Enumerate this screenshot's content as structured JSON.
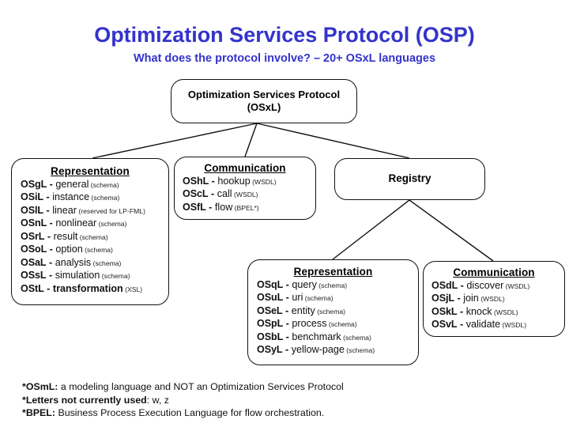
{
  "slide": {
    "title": "Optimization Services Protocol (OSP)",
    "subtitle": "What does the protocol involve? – 20+ OSxL languages",
    "title_color": "#3333cc"
  },
  "diagram": {
    "root": {
      "line1": "Optimization Services Protocol",
      "line2": "(OSxL)"
    },
    "registry": {
      "label": "Registry"
    },
    "representation_top": {
      "heading": "Representation",
      "items": [
        {
          "code": "OSgL",
          "dash": "-",
          "name": "general",
          "note": "(schema)",
          "bold_name": false
        },
        {
          "code": "OSiL",
          "dash": "-",
          "name": "instance",
          "note": "(schema)",
          "bold_name": false
        },
        {
          "code": "OSlL",
          "dash": "-",
          "name": "linear",
          "note": "(reserved for LP-FML)",
          "bold_name": false
        },
        {
          "code": "OSnL",
          "dash": "-",
          "name": "nonlinear",
          "note": "(schema)",
          "bold_name": false
        },
        {
          "code": "OSrL",
          "dash": "-",
          "name": "result",
          "note": "(schema)",
          "bold_name": false
        },
        {
          "code": "OSoL",
          "dash": "-",
          "name": "option",
          "note": "(schema)",
          "bold_name": false
        },
        {
          "code": "OSaL",
          "dash": "-",
          "name": "analysis",
          "note": "(schema)",
          "bold_name": false
        },
        {
          "code": "OSsL",
          "dash": "-",
          "name": "simulation",
          "note": "(schema)",
          "bold_name": false
        },
        {
          "code": "OStL",
          "dash": "-",
          "name": "transformation",
          "note": "(XSL)",
          "bold_name": true
        }
      ]
    },
    "communication_top": {
      "heading": "Communication",
      "items": [
        {
          "code": "OShL",
          "dash": "-",
          "name": "hookup",
          "note": "(WSDL)",
          "bold_name": false
        },
        {
          "code": "OScL",
          "dash": "-",
          "name": "call",
          "note": "(WSDL)",
          "bold_name": false
        },
        {
          "code": "OSfL",
          "dash": "-",
          "name": "flow",
          "note": "(BPEL*)",
          "bold_name": false
        }
      ]
    },
    "representation_bottom": {
      "heading": "Representation",
      "items": [
        {
          "code": "OSqL",
          "dash": "-",
          "name": "query",
          "note": "(schema)",
          "bold_name": false
        },
        {
          "code": "OSuL",
          "dash": "-",
          "name": "uri",
          "note": "(schema)",
          "bold_name": false
        },
        {
          "code": "OSeL",
          "dash": "-",
          "name": "entity",
          "note": "(schema)",
          "bold_name": false
        },
        {
          "code": "OSpL",
          "dash": "-",
          "name": "process",
          "note": "(schema)",
          "bold_name": false
        },
        {
          "code": "OSbL",
          "dash": "-",
          "name": "benchmark",
          "note": "(schema)",
          "bold_name": false
        },
        {
          "code": "OSyL",
          "dash": "-",
          "name": "yellow-page",
          "note": "(schema)",
          "bold_name": false
        }
      ]
    },
    "communication_bottom": {
      "heading": "Communication",
      "items": [
        {
          "code": "OSdL",
          "dash": "-",
          "name": "discover",
          "note": "(WSDL)",
          "bold_name": false
        },
        {
          "code": "OSjL",
          "dash": "-",
          "name": "join",
          "note": "(WSDL)",
          "bold_name": false
        },
        {
          "code": "OSkL",
          "dash": "-",
          "name": "knock",
          "note": "(WSDL)",
          "bold_name": false
        },
        {
          "code": "OSvL",
          "dash": "-",
          "name": "validate",
          "note": "(WSDL)",
          "bold_name": false
        }
      ]
    }
  },
  "footnotes": [
    {
      "bold": "*OSmL:",
      "rest": " a modeling language and NOT an Optimization Services Protocol"
    },
    {
      "bold": "*Letters not currently used",
      "rest": ": w, z"
    },
    {
      "bold": "*BPEL:",
      "rest": " Business Process Execution Language for flow orchestration."
    }
  ]
}
